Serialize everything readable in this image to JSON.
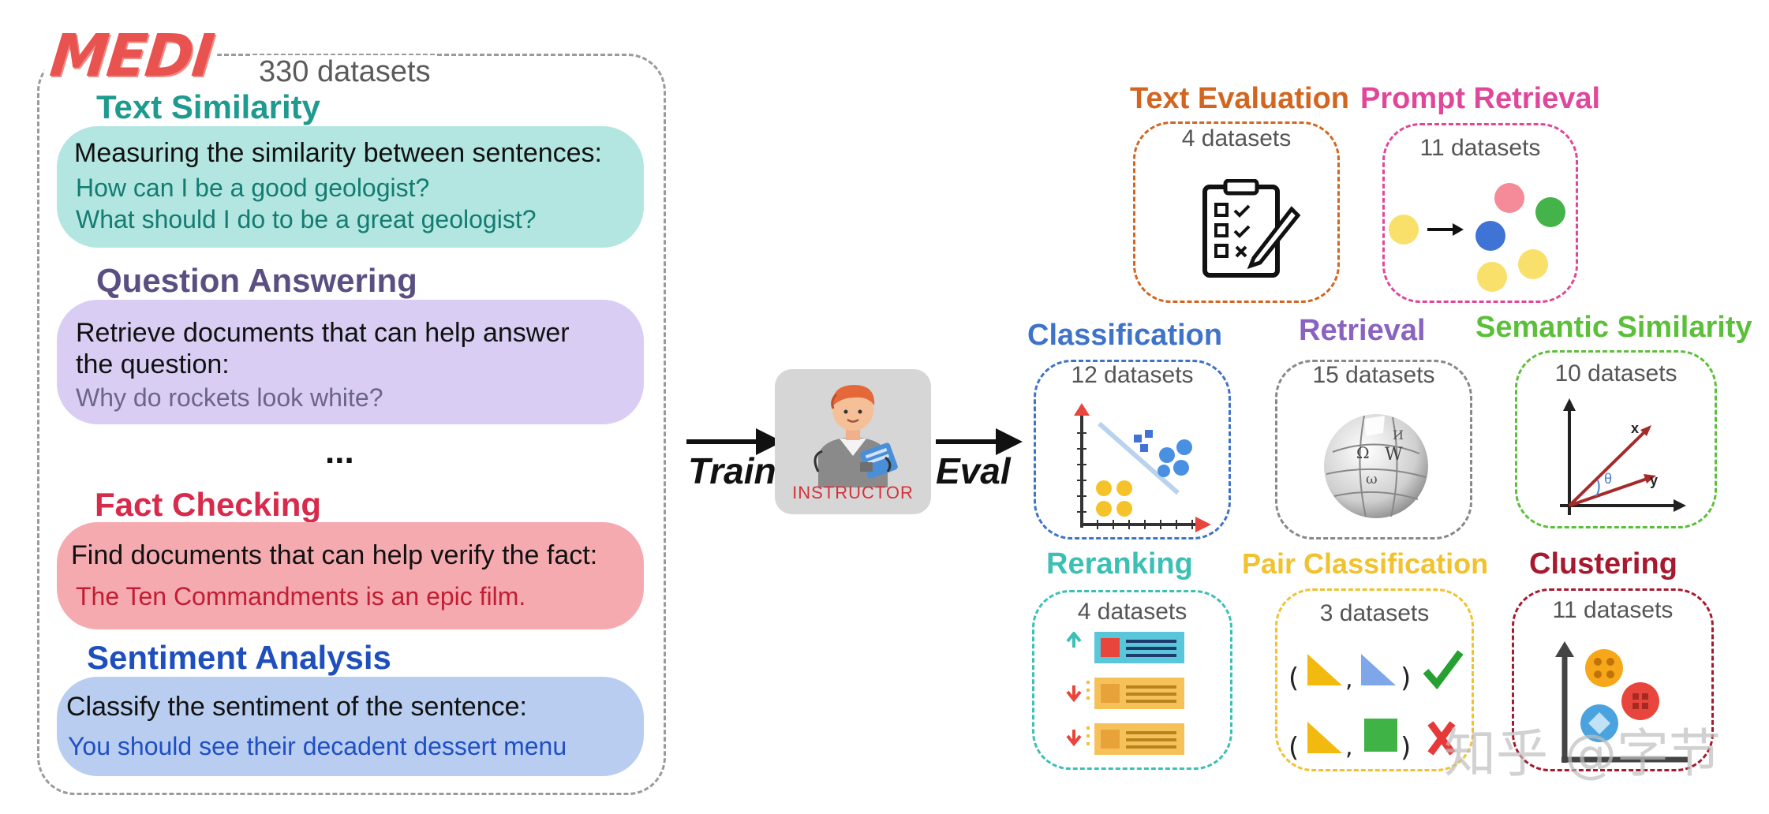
{
  "medi": {
    "logo": "MEDI",
    "count": "330 datasets",
    "tasks": [
      {
        "title": "Text Similarity",
        "instruction": "Measuring the similarity between sentences:",
        "examples": [
          "How can I be a good geologist?",
          "What should I do to be a great geologist?"
        ]
      },
      {
        "title": "Question Answering",
        "instruction": "Retrieve documents that can help answer the question:",
        "examples": [
          "Why do rockets look white?"
        ]
      },
      {
        "title": "Fact Checking",
        "instruction": "Find documents that can help verify the fact:",
        "examples": [
          "The Ten Commandments is an epic film."
        ]
      },
      {
        "title": "Sentiment Analysis",
        "instruction": "Classify the sentiment of the sentence:",
        "examples": [
          "You should see their decadent dessert menu"
        ]
      }
    ],
    "ellipsis": "..."
  },
  "flow": {
    "train": "Train",
    "eval": "Eval",
    "model": "INSTRUCTOR"
  },
  "eval_tasks": [
    {
      "title": "Text Evaluation",
      "count": "4 datasets",
      "color": "#d2651f"
    },
    {
      "title": "Prompt Retrieval",
      "count": "11 datasets",
      "color": "#e0479a"
    },
    {
      "title": "Classification",
      "count": "12 datasets",
      "color": "#3f73c9"
    },
    {
      "title": "Retrieval",
      "count": "15 datasets",
      "color": "#8a63c2"
    },
    {
      "title": "Semantic Similarity",
      "count": "10 datasets",
      "color": "#5cbf3a"
    },
    {
      "title": "Reranking",
      "count": "4 datasets",
      "color": "#3cc0b4"
    },
    {
      "title": "Pair Classification",
      "count": "3 datasets",
      "color": "#f2c12e"
    },
    {
      "title": "Clustering",
      "count": "11 datasets",
      "color": "#a6192e"
    }
  ],
  "semantic_plot_labels": {
    "x": "x",
    "y": "y",
    "theta": "θ"
  },
  "watermark": "知乎 @字节"
}
